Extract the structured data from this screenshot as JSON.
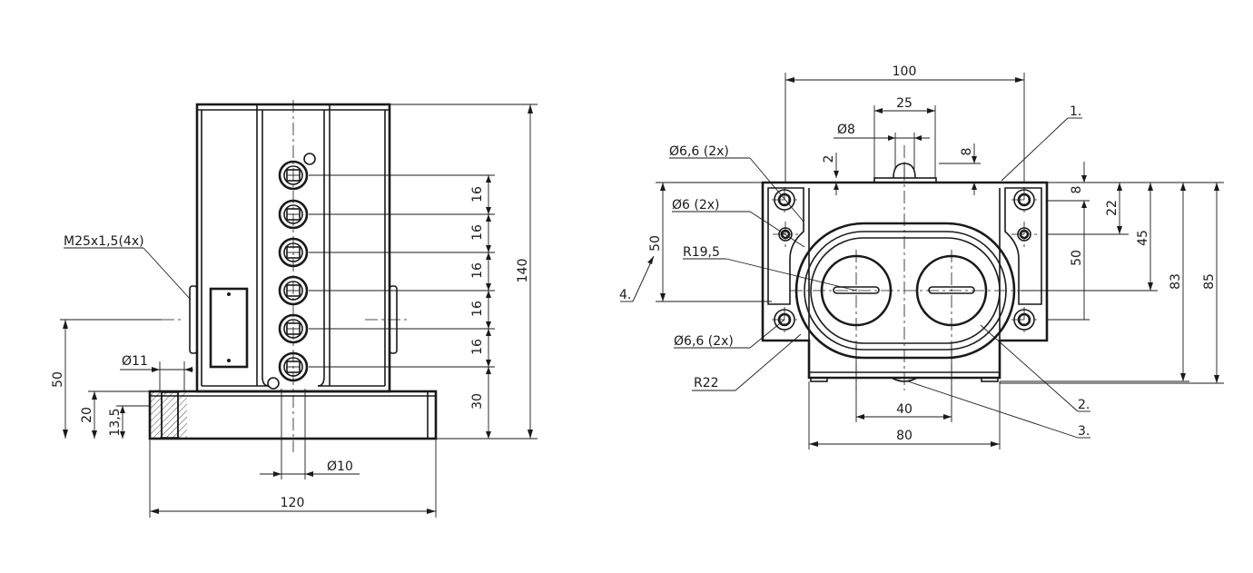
{
  "left_view": {
    "dimensions": {
      "thread": "M25x1,5(4x)",
      "pitch_1": "16",
      "pitch_2": "16",
      "pitch_3": "16",
      "pitch_4": "16",
      "pitch_5": "16",
      "bottom_offset": "30",
      "total_height": "140",
      "axis_height": "50",
      "base_height": "20",
      "thread_depth": "13,5",
      "bore_diameter": "11",
      "hole_diameter": "10",
      "total_width": "120"
    }
  },
  "right_view": {
    "dimensions": {
      "hole_spacing": "100",
      "slot_width": "25",
      "pin_diameter": "8",
      "small_offset": "2",
      "pin_height": "8",
      "top_offset": "8",
      "mount_hole_1": "6,6  (2x)",
      "mount_hole_2": "6  (2x)",
      "mount_hole_3": "6,6  (2x)",
      "radius_outer": "R19,5",
      "radius_inner": "R22",
      "left_height": "50",
      "inner_offset": "22",
      "inner_height": "45",
      "slot_height": "50",
      "height_83": "83",
      "height_85": "85",
      "button_spacing": "40",
      "body_width": "80"
    },
    "callouts": {
      "item_1": "1.",
      "item_2": "2.",
      "item_3": "3.",
      "item_4": "4."
    }
  },
  "symbols": {
    "diameter": "Ø"
  }
}
